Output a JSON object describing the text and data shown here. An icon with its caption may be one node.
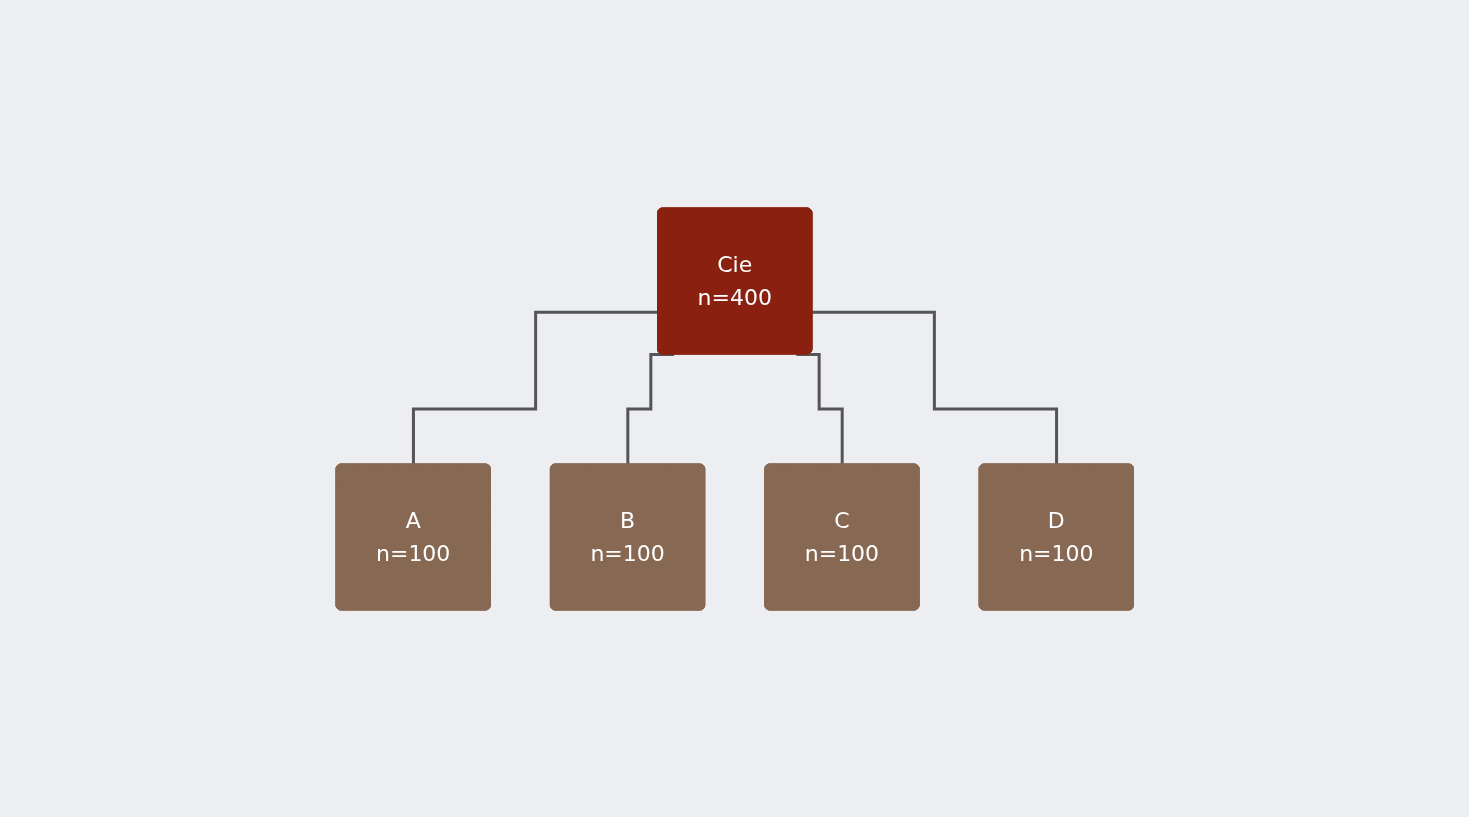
{
  "diagram": {
    "nodes": [
      {
        "text": [
          "Cie",
          "n=400"
        ]
      },
      {
        "text": [
          "A",
          "n=100"
        ]
      },
      {
        "text": [
          "B",
          "n=100"
        ]
      },
      {
        "text": [
          "C",
          "n=100"
        ]
      },
      {
        "text": [
          "D",
          "n=100"
        ]
      }
    ],
    "edges": [
      {
        "from": 0,
        "to": 1,
        "arrow": "none"
      },
      {
        "from": 0,
        "to": 2,
        "arrow": "none"
      },
      {
        "from": 0,
        "to": 3,
        "arrow": "none"
      },
      {
        "from": 0,
        "to": 4,
        "arrow": "none"
      }
    ]
  }
}
